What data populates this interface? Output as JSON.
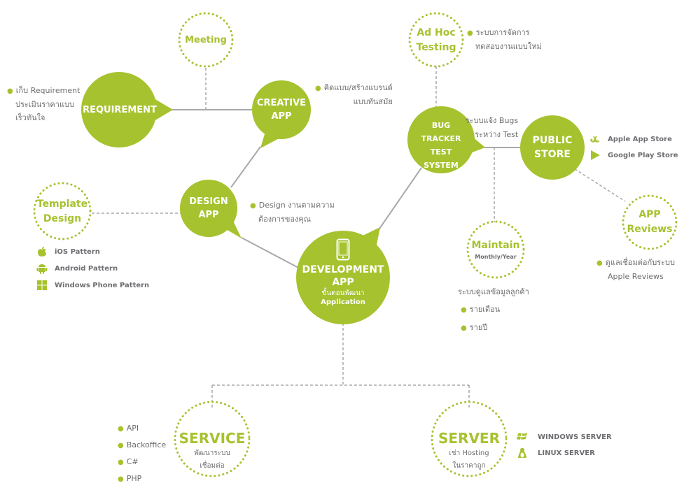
{
  "colors": {
    "accent": "#a6c22e",
    "line": "#a7a9ac",
    "text": "#6d6e71"
  },
  "nodes": {
    "requirement": {
      "title": "REQUIREMENT"
    },
    "creative": {
      "title1": "CREATIVE",
      "title2": "APP"
    },
    "design": {
      "title1": "DESIGN",
      "title2": "APP"
    },
    "development": {
      "icon": "smartphone-icon",
      "title1": "DEVELOPMENT",
      "title2": "APP",
      "sub1": "ขั้นตอนพัฒนา",
      "sub2": "Application"
    },
    "bugtracker": {
      "lines": [
        "BUG",
        "TRACKER",
        "TEST",
        "SYSTEM"
      ]
    },
    "publicstore": {
      "title1": "PUBLIC",
      "title2": "STORE"
    },
    "meeting": {
      "title": "Meeting"
    },
    "adhoc": {
      "title1": "Ad Hoc",
      "title2": "Testing"
    },
    "template": {
      "title1": "Template",
      "title2": "Design"
    },
    "appreviews": {
      "title1": "APP",
      "title2": "Reviews"
    },
    "maintain": {
      "title": "Maintain",
      "sub": "Monthly/Year"
    },
    "service": {
      "title": "SERVICE",
      "sub1": "พัฒนาระบบ",
      "sub2": "เชื่อมต่อ"
    },
    "server": {
      "title": "SERVER",
      "sub1": "เช่า Hosting",
      "sub2": "ในราคาถูก"
    }
  },
  "notes": {
    "requirement": [
      "เก็บ Requirement",
      "ประเมินราคาแบบ",
      "เร็วทันใจ"
    ],
    "creative": [
      "คิดแบบ/สร้างแบรนด์",
      "แบบทันสมัย"
    ],
    "adhoc": [
      "ระบบการจัดการ",
      "ทดสอบงานแบบใหม่"
    ],
    "bug": [
      "ระบบแจ้ง Bugs",
      "ระหว่าง Test"
    ],
    "design": [
      "Design งานตามความ",
      "ต้องการของคุณ"
    ],
    "appreviews": [
      "ดูแลเชื่อมต่อกับระบบ",
      "Apple Reviews"
    ],
    "maintain": {
      "heading": "ระบบดูแลข้อมูลลูกค้า",
      "items": [
        "รายเดือน",
        "รายปี"
      ]
    },
    "service": [
      "API",
      "Backoffice",
      "C#",
      "PHP"
    ]
  },
  "stores": [
    {
      "icon": "app-store-icon",
      "label": "Apple App Store"
    },
    {
      "icon": "google-play-icon",
      "label": "Google Play Store"
    }
  ],
  "patterns": [
    {
      "icon": "apple-icon",
      "label": "iOS Pattern"
    },
    {
      "icon": "android-icon",
      "label": "Android Pattern"
    },
    {
      "icon": "windows-icon",
      "label": "Windows Phone Pattern"
    }
  ],
  "servers": [
    {
      "icon": "windows-icon",
      "label": "WINDOWS SERVER"
    },
    {
      "icon": "linux-icon",
      "label": "LINUX SERVER"
    }
  ]
}
